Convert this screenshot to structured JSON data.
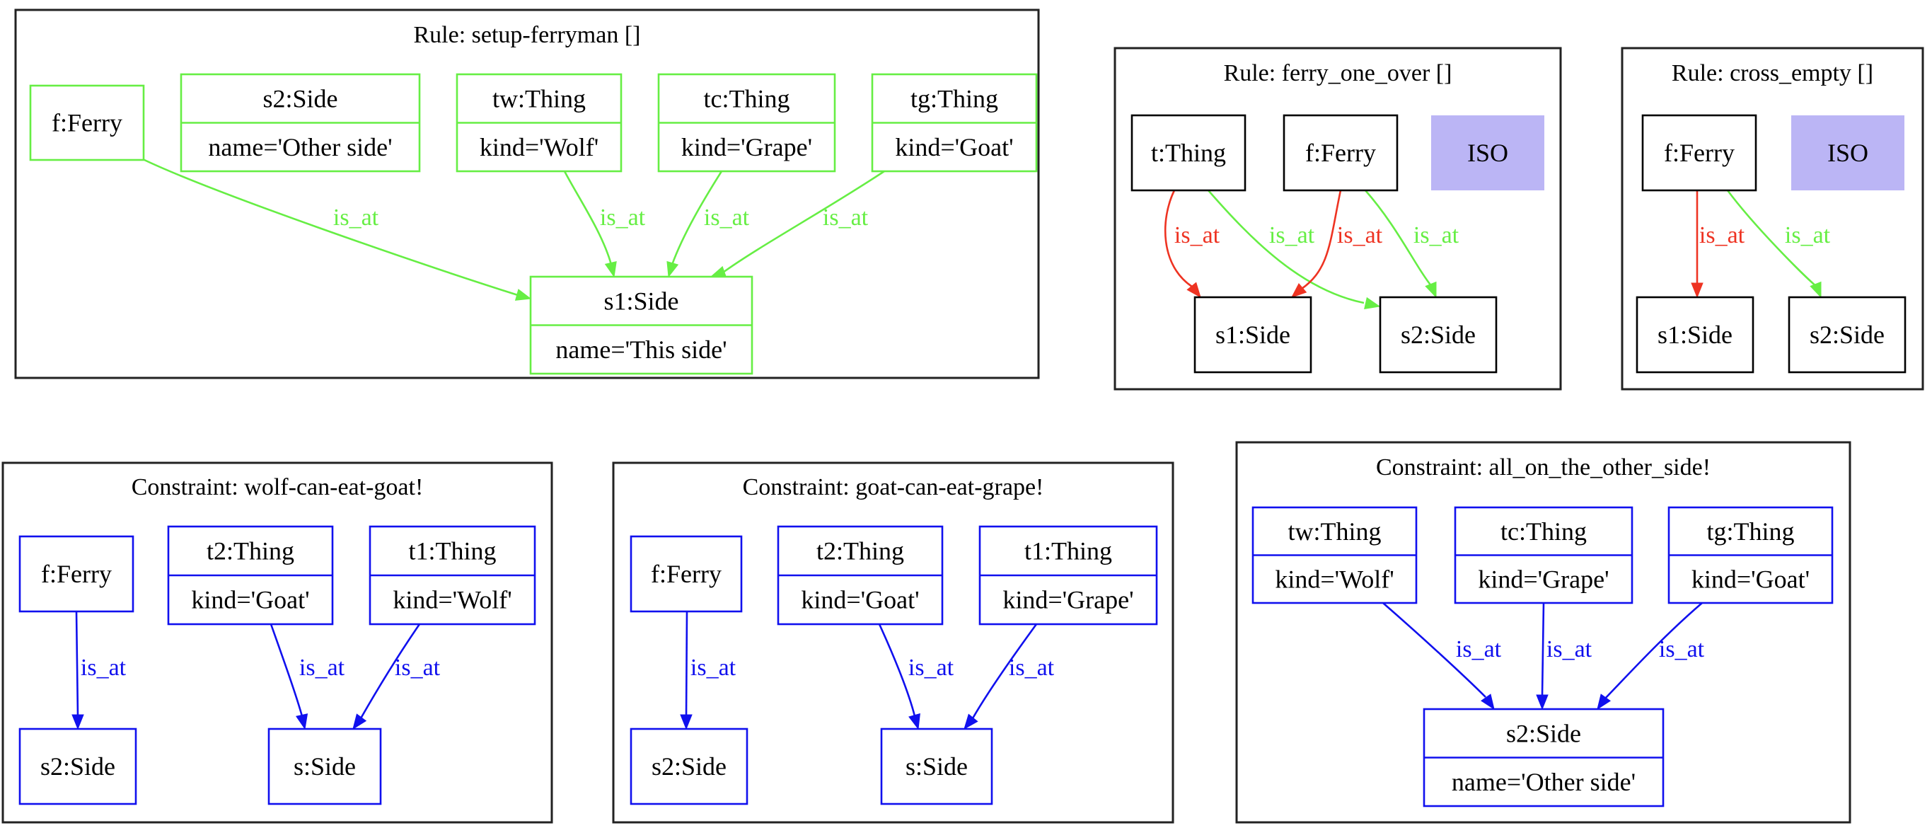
{
  "colors": {
    "rule_add": "#66ee44",
    "rule_delete": "#ee3322",
    "constraint": "#1010ee",
    "neutral": "#000000",
    "iso_fill": "#bbb5f5",
    "frame": "#222222",
    "text": "#000000"
  },
  "panels": [
    {
      "id": "p1",
      "title": "Rule: setup-ferryman []",
      "nodes": [
        {
          "id": "ferry",
          "name": "f:Ferry",
          "color": "rule_add"
        },
        {
          "id": "s2",
          "name": "s2:Side",
          "attr": "name='Other side'",
          "color": "rule_add"
        },
        {
          "id": "tw",
          "name": "tw:Thing",
          "attr": "kind='Wolf'",
          "color": "rule_add"
        },
        {
          "id": "tc",
          "name": "tc:Thing",
          "attr": "kind='Grape'",
          "color": "rule_add"
        },
        {
          "id": "tg",
          "name": "tg:Thing",
          "attr": "kind='Goat'",
          "color": "rule_add"
        },
        {
          "id": "s1",
          "name": "s1:Side",
          "attr": "name='This side'",
          "color": "rule_add"
        }
      ],
      "edges": [
        {
          "from": "ferry",
          "to": "s1",
          "label": "is_at",
          "color": "rule_add"
        },
        {
          "from": "tw",
          "to": "s1",
          "label": "is_at",
          "color": "rule_add"
        },
        {
          "from": "tc",
          "to": "s1",
          "label": "is_at",
          "color": "rule_add"
        },
        {
          "from": "tg",
          "to": "s1",
          "label": "is_at",
          "color": "rule_add"
        }
      ]
    },
    {
      "id": "p2",
      "title": "Rule: ferry_one_over []",
      "nodes": [
        {
          "id": "t",
          "name": "t:Thing",
          "color": "neutral"
        },
        {
          "id": "f",
          "name": "f:Ferry",
          "color": "neutral"
        },
        {
          "id": "iso",
          "name": "ISO",
          "color": "iso"
        },
        {
          "id": "s1",
          "name": "s1:Side",
          "color": "neutral"
        },
        {
          "id": "s2",
          "name": "s2:Side",
          "color": "neutral"
        }
      ],
      "edges": [
        {
          "from": "t",
          "to": "s1",
          "label": "is_at",
          "color": "rule_delete"
        },
        {
          "from": "t",
          "to": "s2",
          "label": "is_at",
          "color": "rule_add"
        },
        {
          "from": "f",
          "to": "s1",
          "label": "is_at",
          "color": "rule_delete"
        },
        {
          "from": "f",
          "to": "s2",
          "label": "is_at",
          "color": "rule_add"
        }
      ]
    },
    {
      "id": "p3",
      "title": "Rule: cross_empty []",
      "nodes": [
        {
          "id": "f",
          "name": "f:Ferry",
          "color": "neutral"
        },
        {
          "id": "iso",
          "name": "ISO",
          "color": "iso"
        },
        {
          "id": "s1",
          "name": "s1:Side",
          "color": "neutral"
        },
        {
          "id": "s2",
          "name": "s2:Side",
          "color": "neutral"
        }
      ],
      "edges": [
        {
          "from": "f",
          "to": "s1",
          "label": "is_at",
          "color": "rule_delete"
        },
        {
          "from": "f",
          "to": "s2",
          "label": "is_at",
          "color": "rule_add"
        }
      ]
    },
    {
      "id": "p4",
      "title": "Constraint: wolf-can-eat-goat!",
      "nodes": [
        {
          "id": "f",
          "name": "f:Ferry",
          "color": "constraint"
        },
        {
          "id": "t2",
          "name": "t2:Thing",
          "attr": "kind='Goat'",
          "color": "constraint"
        },
        {
          "id": "t1",
          "name": "t1:Thing",
          "attr": "kind='Wolf'",
          "color": "constraint"
        },
        {
          "id": "s2",
          "name": "s2:Side",
          "color": "constraint"
        },
        {
          "id": "s",
          "name": "s:Side",
          "color": "constraint"
        }
      ],
      "edges": [
        {
          "from": "f",
          "to": "s2",
          "label": "is_at",
          "color": "constraint"
        },
        {
          "from": "t2",
          "to": "s",
          "label": "is_at",
          "color": "constraint"
        },
        {
          "from": "t1",
          "to": "s",
          "label": "is_at",
          "color": "constraint"
        }
      ]
    },
    {
      "id": "p5",
      "title": "Constraint: goat-can-eat-grape!",
      "nodes": [
        {
          "id": "f",
          "name": "f:Ferry",
          "color": "constraint"
        },
        {
          "id": "t2",
          "name": "t2:Thing",
          "attr": "kind='Goat'",
          "color": "constraint"
        },
        {
          "id": "t1",
          "name": "t1:Thing",
          "attr": "kind='Grape'",
          "color": "constraint"
        },
        {
          "id": "s2",
          "name": "s2:Side",
          "color": "constraint"
        },
        {
          "id": "s",
          "name": "s:Side",
          "color": "constraint"
        }
      ],
      "edges": [
        {
          "from": "f",
          "to": "s2",
          "label": "is_at",
          "color": "constraint"
        },
        {
          "from": "t2",
          "to": "s",
          "label": "is_at",
          "color": "constraint"
        },
        {
          "from": "t1",
          "to": "s",
          "label": "is_at",
          "color": "constraint"
        }
      ]
    },
    {
      "id": "p6",
      "title": "Constraint: all_on_the_other_side!",
      "nodes": [
        {
          "id": "tw",
          "name": "tw:Thing",
          "attr": "kind='Wolf'",
          "color": "constraint"
        },
        {
          "id": "tc",
          "name": "tc:Thing",
          "attr": "kind='Grape'",
          "color": "constraint"
        },
        {
          "id": "tg",
          "name": "tg:Thing",
          "attr": "kind='Goat'",
          "color": "constraint"
        },
        {
          "id": "s2",
          "name": "s2:Side",
          "attr": "name='Other side'",
          "color": "constraint"
        }
      ],
      "edges": [
        {
          "from": "tw",
          "to": "s2",
          "label": "is_at",
          "color": "constraint"
        },
        {
          "from": "tc",
          "to": "s2",
          "label": "is_at",
          "color": "constraint"
        },
        {
          "from": "tg",
          "to": "s2",
          "label": "is_at",
          "color": "constraint"
        }
      ]
    }
  ]
}
